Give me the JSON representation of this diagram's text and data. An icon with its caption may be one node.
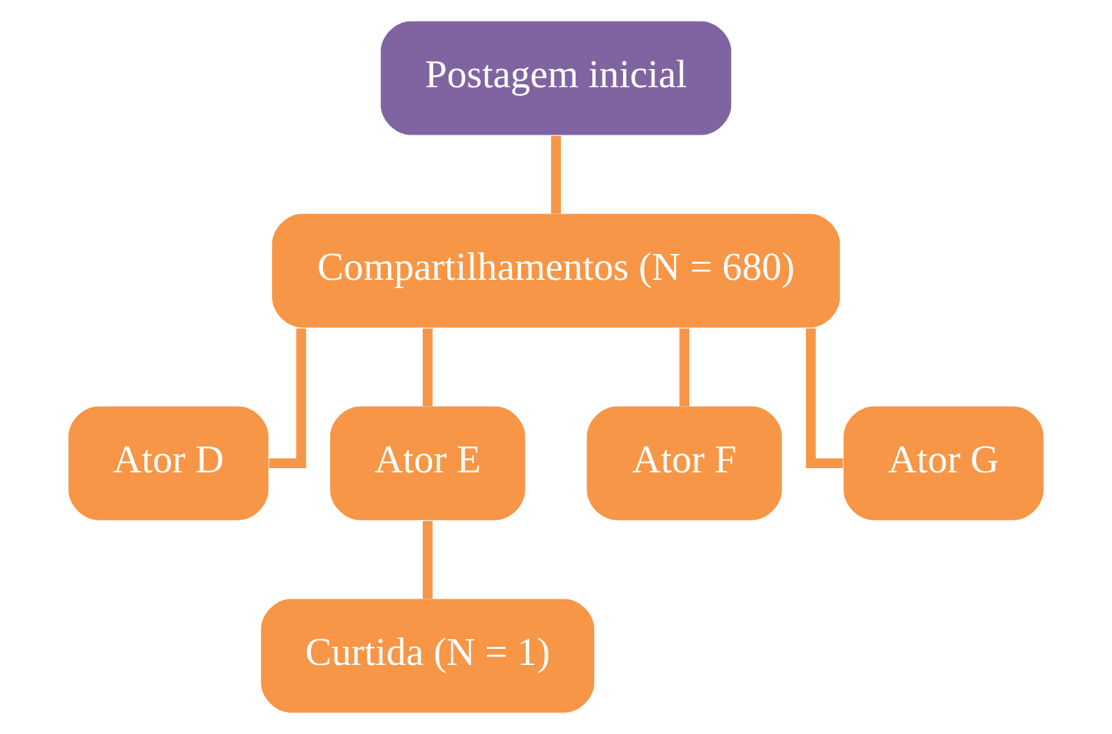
{
  "diagram": {
    "nodes": [
      {
        "text": [
          "Postagem inicial"
        ]
      },
      {
        "text": [
          "Compartilhamentos (N = 680)"
        ]
      },
      {
        "text": [
          "Ator D"
        ]
      },
      {
        "text": [
          "Ator E"
        ]
      },
      {
        "text": [
          "Ator F"
        ]
      },
      {
        "text": [
          "Ator G"
        ]
      },
      {
        "text": [
          "Curtida (N = 1)"
        ]
      }
    ],
    "edges": [
      {
        "from": 0,
        "to": 1,
        "arrow": "none"
      },
      {
        "from": 1,
        "to": 2,
        "arrow": "none"
      },
      {
        "from": 1,
        "to": 3,
        "arrow": "none"
      },
      {
        "from": 1,
        "to": 4,
        "arrow": "none"
      },
      {
        "from": 1,
        "to": 5,
        "arrow": "none"
      },
      {
        "from": 3,
        "to": 6,
        "arrow": "none"
      }
    ]
  }
}
